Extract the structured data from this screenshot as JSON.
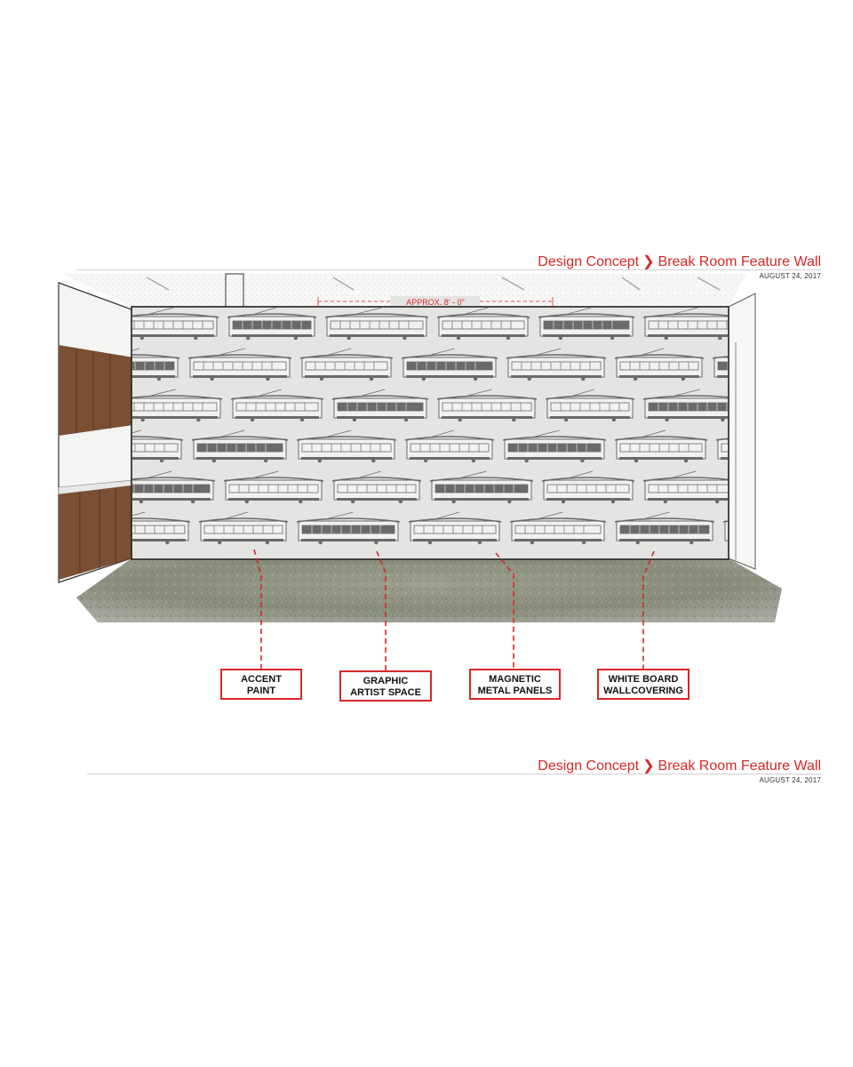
{
  "header": {
    "section": "Design Concept",
    "separator": "❯",
    "title": "Break Room Feature Wall",
    "date": "AUGUST 24, 2017"
  },
  "dimension": {
    "text": "APPROX. 8' - 0\""
  },
  "callouts": [
    {
      "line1": "ACCENT",
      "line2": "PAINT"
    },
    {
      "line1": "GRAPHIC",
      "line2": "ARTIST SPACE"
    },
    {
      "line1": "MAGNETIC",
      "line2": "METAL PANELS"
    },
    {
      "line1": "WHITE BOARD",
      "line2": "WALLCOVERING"
    }
  ],
  "colors": {
    "accent": "#d62828",
    "wall": "#e4e4e2",
    "trolley": "#6a6a6a",
    "cabinet": "#7a4f33",
    "floor": "#8a8f82"
  }
}
